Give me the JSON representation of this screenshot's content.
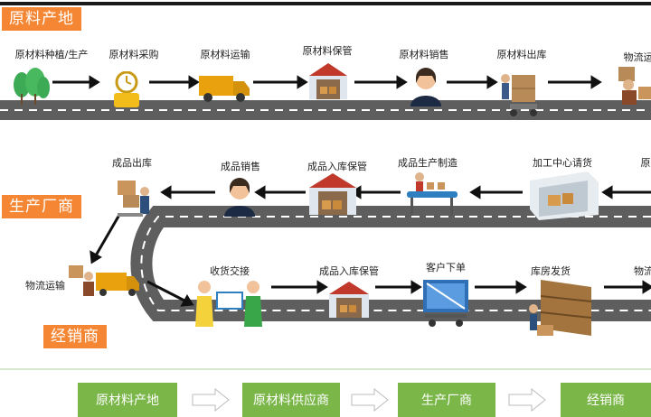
{
  "sections": {
    "raw_origin": "原料产地",
    "manufacturer": "生产厂商",
    "distributor": "经销商"
  },
  "row1": [
    "原材料种植/生产",
    "原材料采购",
    "原材料运输",
    "原材料保管",
    "原材料销售",
    "原材料出库",
    "物流运"
  ],
  "row2": [
    "成品出库",
    "成品销售",
    "成品入库保管",
    "成品生产制造",
    "加工中心请货",
    "原"
  ],
  "row3": [
    "物流运输",
    "收货交接",
    "成品入库保管",
    "客户下单",
    "库房发货",
    "物流"
  ],
  "flow": [
    "原材料产地",
    "原材料供应商",
    "生产厂商",
    "经销商"
  ],
  "colors": {
    "orange": "#f58634",
    "green": "#7ab648",
    "road": "#5e5e5e"
  }
}
